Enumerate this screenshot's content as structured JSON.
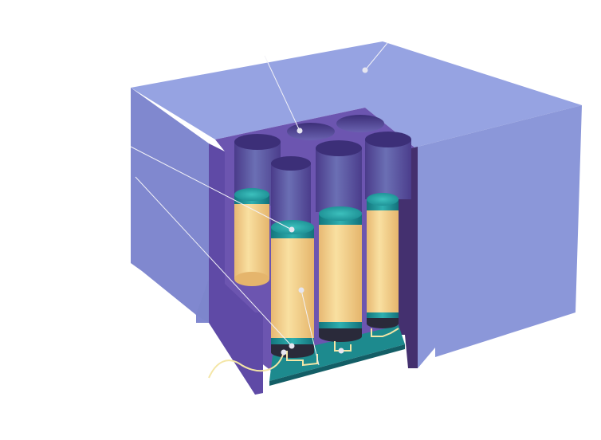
{
  "diagram": {
    "subject": "cutaway-battery-enclosure",
    "cell_count_visible": 6,
    "filled_cells": 4,
    "empty_sockets": 4,
    "callout_count": 6,
    "has_labels": false
  },
  "colors": {
    "background": "#ffffff",
    "housing_top": "#96a3e2",
    "housing_left": "#8088cf",
    "housing_right": "#8b97d9",
    "cavity_wall": "#6c55b0",
    "cavity_floor": "#5b469e",
    "cell_body": "#f5d58d",
    "cell_cap": "#2aa3a5",
    "cell_cap_dark": "#13767d",
    "terminal": "#2a2a3a",
    "circuit_board": "#1d8a8e",
    "wire": "#f4e6a6",
    "callout_line": "#f2f2f8",
    "callout_dot": "#e6e6f0"
  }
}
